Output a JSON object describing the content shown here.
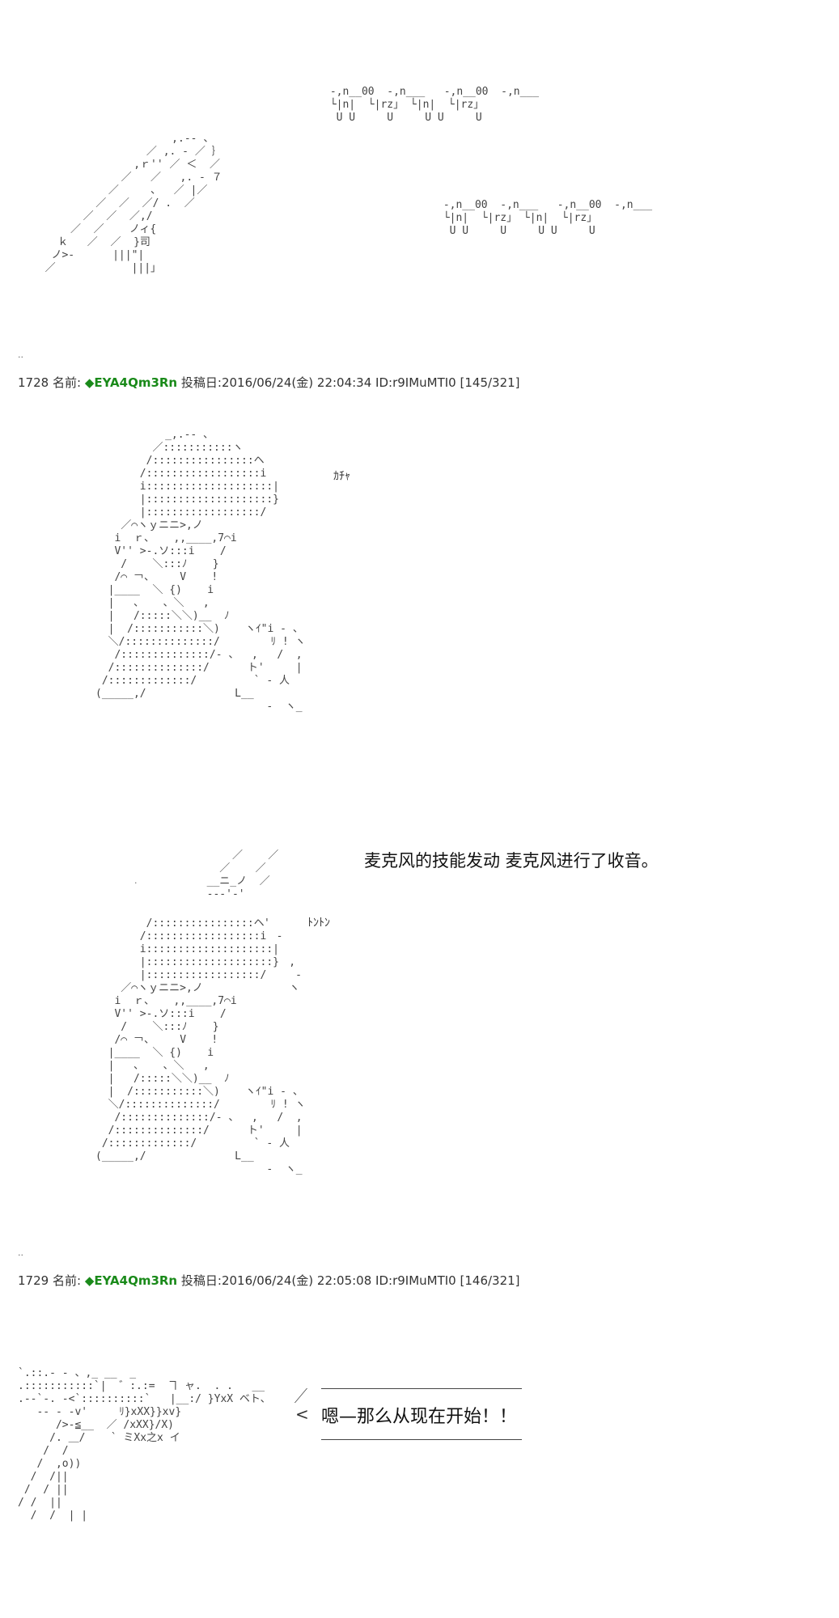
{
  "art": {
    "block1_applause_a": " -,n__00  -,n___   -,n__00  -,n___\n └|n|  └|rz」 └|n|  └|rz」\n  U U     U     U U     U",
    "block1_applause_b": " -,n__00  -,n___   -,n__00  -,n___\n └|n|  └|rz」 └|n|  └|rz」\n  U U     U     U U     U",
    "block1_mic": "                      ,.-‐ 、\n                  ／ ,. ‐ ／ ｝\n                ,ｒ'' ／ ＜  ／\n              ／   ／   ,. ‐ ７\n            ／     、  ／ |／\n          ／  ／  ／/ .  ／\n        ／  ／  ／,/\n      ／  ／    ノィ{\n    ｋ   ／  ／  }司\n   ノ>-      |||\"|\n  ／            |||」",
    "block2_figure": "           _,.-‐ 、\n         ／:::::::::::ヽ\n        /::::::::::::::::ヘ\n       /::::::::::::::::::i\n       i::::::::::::::::::::|\n       |::::::::::::::::::::}\n       |::::::::::::::::::/\n    ／⌒ヽｙニニ>,ノ\n   i  ｒ、   ,,____,7⌒i\n   V'' >-.ソ:::i    /\n    /    ＼:::ﾉ    }\n   /⌒ ￢、    V    !\n  |____  ＼ {)    i\n  |   、   、＼   ,\n  |   /:::::＼＼)__  ﾉ\n  |  /:::::::::::＼)    ヽｲ\"i ‐ 、\n  ＼/::::::::::::::/        ﾘ ! ヽ\n   /::::::::::::::/‐ 、  ,   /  ,\n  /::::::::::::::/      ト'     |\n /:::::::::::::/         ` ‐ 人\n(_____,/              L__\n                           ‐  ヽ_",
    "block3_mic_top": "      ／    ／\n    ／    ／\n  __ニ_ノ  ／\n  ‐‐‐'‐'",
    "block3_figure": "        /::::::::::::::::ヘ\n       /::::::::::::::::::i\n       i::::::::::::::::::::|\n       |::::::::::::::::::::}\n       |::::::::::::::::::/\n    ／⌒ヽｙニニ>,ノ\n   i  ｒ、   ,,____,7⌒i\n   V'' >-.ソ:::i    /\n    /    ＼:::ﾉ    }\n   /⌒ ￢、    V    !\n  |____  ＼ {)    i\n  |   、   、＼   ,\n  |   /:::::＼＼)__  ﾉ\n  |  /:::::::::::＼)    ヽｲ\"i ‐ 、\n  ＼/::::::::::::::/        ﾘ ! ヽ\n   /::::::::::::::/‐ 、  ,   /  ,\n  /::::::::::::::/      ト'     |\n /:::::::::::::/         ` ‐ 人\n(_____,/              L__\n                           ‐  ヽ_",
    "block3_taps": "'\n  ‐\n\n    ,\n     -\n    ヽ",
    "block4_mic": "`.::.‐ ‐ 、,_ __  _\n.:::::::::::`|  ゛:.:=  ヿ ャ.  . .   __\n.‐‐`‐. -<`::::::::::`   |__:/ }YxX ベト、\n   ‐‐ ‐ -v'     ﾘ}xXX}}xv}\n      />-≦__  ／ /xXX}/X)\n     /. ＿/    ` ミXx之x イ\n    /  /\n   /  ,o))\n  /  /||\n /  / ||\n/ /  ||\n  /  /  | |"
  },
  "posts": [
    {
      "number": "1728",
      "name_label": "名前:",
      "trip": "◆EYA4Qm3Rn",
      "date_label": "投稿日:",
      "date": "2016/06/24(金) 22:04:34",
      "id": "ID:r9IMuMTI0",
      "count": "[145/321]"
    },
    {
      "number": "1729",
      "name_label": "名前:",
      "trip": "◆EYA4Qm3Rn",
      "date_label": "投稿日:",
      "date": "2016/06/24(金) 22:05:08",
      "id": "ID:r9IMuMTI0",
      "count": "[146/321]"
    }
  ],
  "sfx": {
    "kacha": "ｶﾁｬ",
    "tonton": "ﾄﾝﾄﾝ"
  },
  "caption": "麦克风的技能发动  麦克风进行了收音。",
  "bubble": {
    "arrow": "<",
    "text": "嗯—那么从现在开始！！"
  },
  "misc": {
    "dots_a": "..",
    "dots_b": "..",
    "dots_c": "."
  }
}
